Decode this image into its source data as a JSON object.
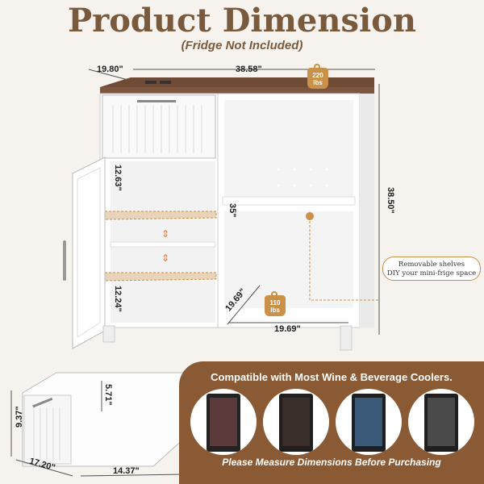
{
  "header": {
    "title": "Product Dimension",
    "subtitle": "(Fridge Not Included)"
  },
  "dimensions": {
    "depth_top": "19.80\"",
    "width_top": "38.58\"",
    "height_right": "38.50\"",
    "drawer_cavity_height": "12.63\"",
    "shelf_gap_upper": "35\"",
    "lower_cavity_height": "12.24\"",
    "fridge_bay_depth": "19.69\"",
    "fridge_bay_width": "19.69\"",
    "drawer_height": "9.37\"",
    "drawer_inner_height": "5.71\"",
    "drawer_depth": "17.20\"",
    "drawer_width": "14.37\""
  },
  "weights": {
    "top": {
      "value": "220",
      "unit": "lbs"
    },
    "bay": {
      "value": "110",
      "unit": "lbs"
    }
  },
  "callout": {
    "line1": "Removable shelves",
    "line2": "DIY your mini-frige space"
  },
  "coolers_panel": {
    "title": "Compatible with Most Wine & Beverage Coolers.",
    "footer": "Please Measure Dimensions Before Purchasing"
  },
  "colors": {
    "brand_brown": "#7a5a3c",
    "accent_gold": "#c99248",
    "panel_brown": "#8a5a34",
    "cabinet_white": "#ffffff",
    "top_wood": "#7b5640"
  }
}
